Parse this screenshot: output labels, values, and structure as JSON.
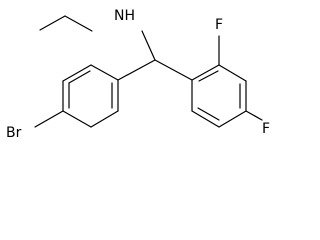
{
  "molecule": {
    "atoms": {
      "nh": "NH",
      "br": "Br",
      "f_ortho": "F",
      "f_para": "F"
    },
    "colors": {
      "background": "#ffffff",
      "bond": "#000000",
      "label": "#000000"
    }
  }
}
